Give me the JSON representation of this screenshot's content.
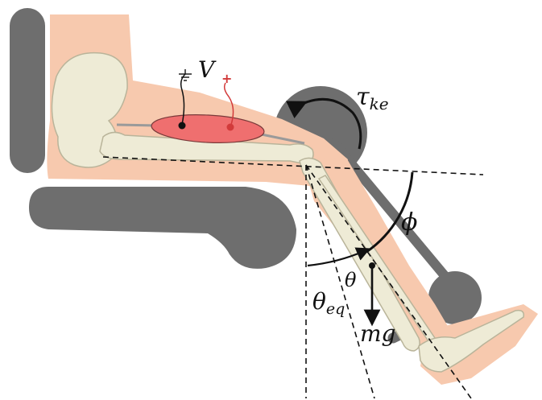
{
  "labels": {
    "voltage": "V",
    "plus": "+",
    "torque_symbol": "τ",
    "torque_subscript": "ke",
    "phi": "ϕ",
    "theta": "θ",
    "theta_eq_symbol": "θ",
    "theta_eq_subscript": "eq",
    "mg": "mg"
  },
  "colors": {
    "chair": "#6e6e6e",
    "skin": "#f7c9ae",
    "bone": "#eeebd6",
    "bone_edge": "#b9b49a",
    "muscle": "#ef6f6f",
    "line": "#111111",
    "electrode_red": "#d23a3a"
  },
  "icons": {
    "ground": "ground-symbol-icon",
    "electrode": "electrode-icon"
  }
}
